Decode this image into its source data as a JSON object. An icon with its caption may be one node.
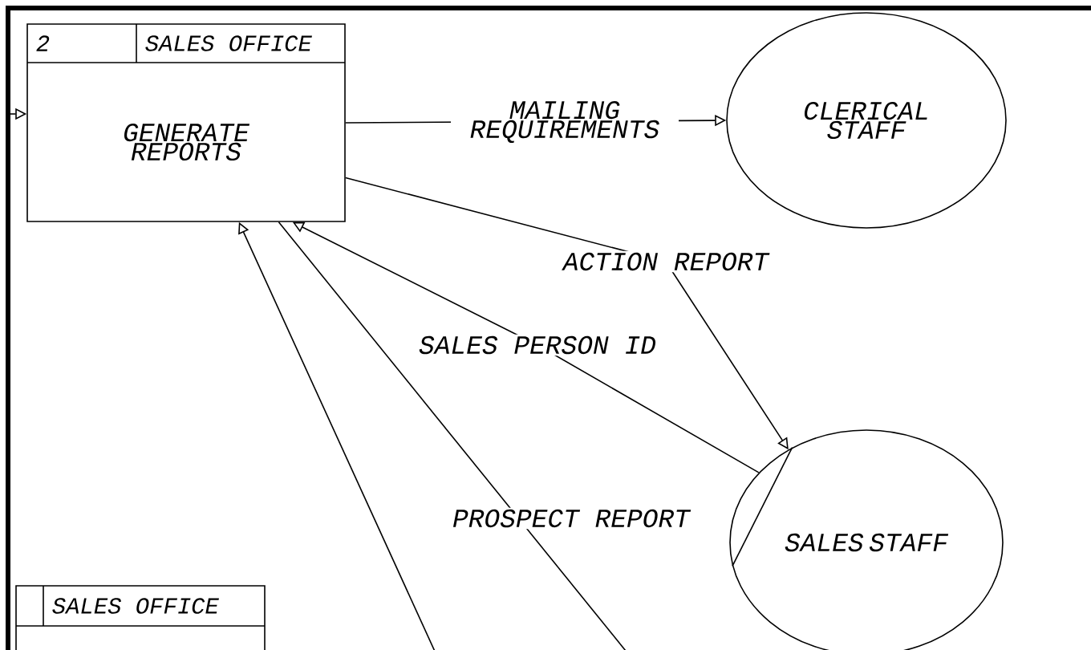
{
  "diagram": {
    "nodes": [
      {
        "text": [
          "2",
          "SALES OFFICE",
          "GENERATE REPORTS"
        ]
      },
      {
        "text": [
          "CLERICAL STAFF"
        ]
      },
      {
        "text": [
          "SALES STAFF"
        ]
      },
      {
        "text": [
          "SALES OFFICE"
        ]
      }
    ],
    "edges": [
      {
        "from": 0,
        "to": 1,
        "arrow": "to",
        "label": "MAILING REQUIREMENTS"
      },
      {
        "from": 0,
        "to": 2,
        "arrow": "to",
        "label": "ACTION REPORT"
      },
      {
        "from": 2,
        "to": 0,
        "arrow": "to",
        "label": "SALES PERSON ID"
      },
      {
        "from": 0,
        "to": null,
        "arrow": "none",
        "label": "PROSPECT REPORT"
      },
      {
        "from": null,
        "to": 0,
        "arrow": "to"
      },
      {
        "from": null,
        "to": 0,
        "arrow": "to"
      }
    ]
  }
}
